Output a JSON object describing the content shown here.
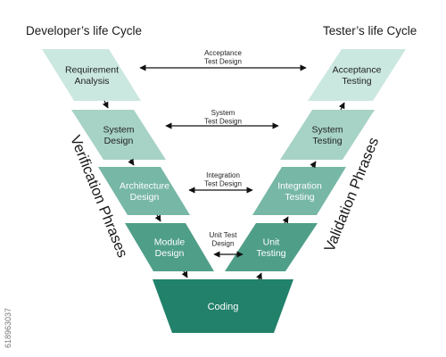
{
  "headers": {
    "developer": "Developer’s life Cycle",
    "tester": "Tester’s life Cycle"
  },
  "side_labels": {
    "verification": "Verification Phrases",
    "validation": "Validation Phrases"
  },
  "left_stages": [
    {
      "lines": [
        "Requirement",
        "Analysis"
      ]
    },
    {
      "lines": [
        "System",
        "Design"
      ]
    },
    {
      "lines": [
        "Architecture",
        "Design"
      ]
    },
    {
      "lines": [
        "Module",
        "Design"
      ]
    }
  ],
  "right_stages": [
    {
      "lines": [
        "Acceptance",
        "Testing"
      ]
    },
    {
      "lines": [
        "System",
        "Testing"
      ]
    },
    {
      "lines": [
        "Integration",
        "Testing"
      ]
    },
    {
      "lines": [
        "Unit",
        "Testing"
      ]
    }
  ],
  "bottom_stage": {
    "lines": [
      "Coding"
    ]
  },
  "connections": [
    {
      "lines": [
        "Acceptance",
        "Test Design"
      ]
    },
    {
      "lines": [
        "System",
        "Test Design"
      ]
    },
    {
      "lines": [
        "Integration",
        "Test Design"
      ]
    },
    {
      "lines": [
        "Unit Test",
        "Design"
      ]
    }
  ],
  "colors": {
    "tiers": [
      "#cbe8e0",
      "#a7d3c6",
      "#77b7a5",
      "#4f9e88"
    ],
    "bottom": "#21816a",
    "text_dark": "#1f1f1f",
    "text_light": "#ffffff",
    "arrow": "#111111"
  },
  "watermark": {
    "stock_id": "618963037"
  }
}
